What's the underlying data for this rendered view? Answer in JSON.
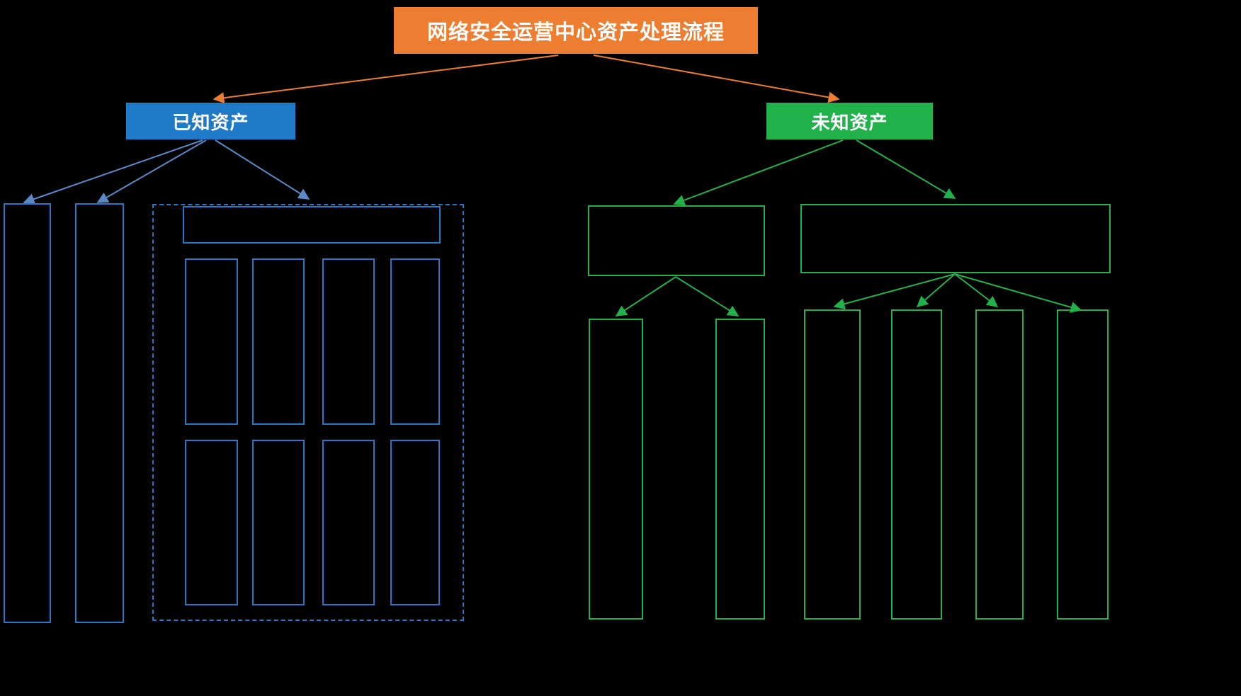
{
  "diagram": {
    "title": "网络安全运营中心资产处理流程",
    "branches": {
      "known_assets": "已知资产",
      "unknown_assets": "未知资产"
    },
    "structure": {
      "known_branch": {
        "standalone_columns": 2,
        "grouped_panel": {
          "has_header_box": true,
          "grid_columns": 4,
          "grid_rows": 2
        }
      },
      "unknown_branch": {
        "left_group": {
          "child_columns": 2
        },
        "right_group": {
          "child_columns": 4
        }
      }
    }
  },
  "colors": {
    "background": "#000000",
    "title_fill": "#ED7D31",
    "known_fill": "#1F7AC8",
    "unknown_fill": "#21B24C",
    "blue_outline": "#2577C8",
    "green_outline": "#21B24C",
    "orange_arrow": "#ED7D31",
    "blue_arrow": "#5A8AC6",
    "green_arrow": "#21B24C",
    "text": "#FFFFFF"
  }
}
